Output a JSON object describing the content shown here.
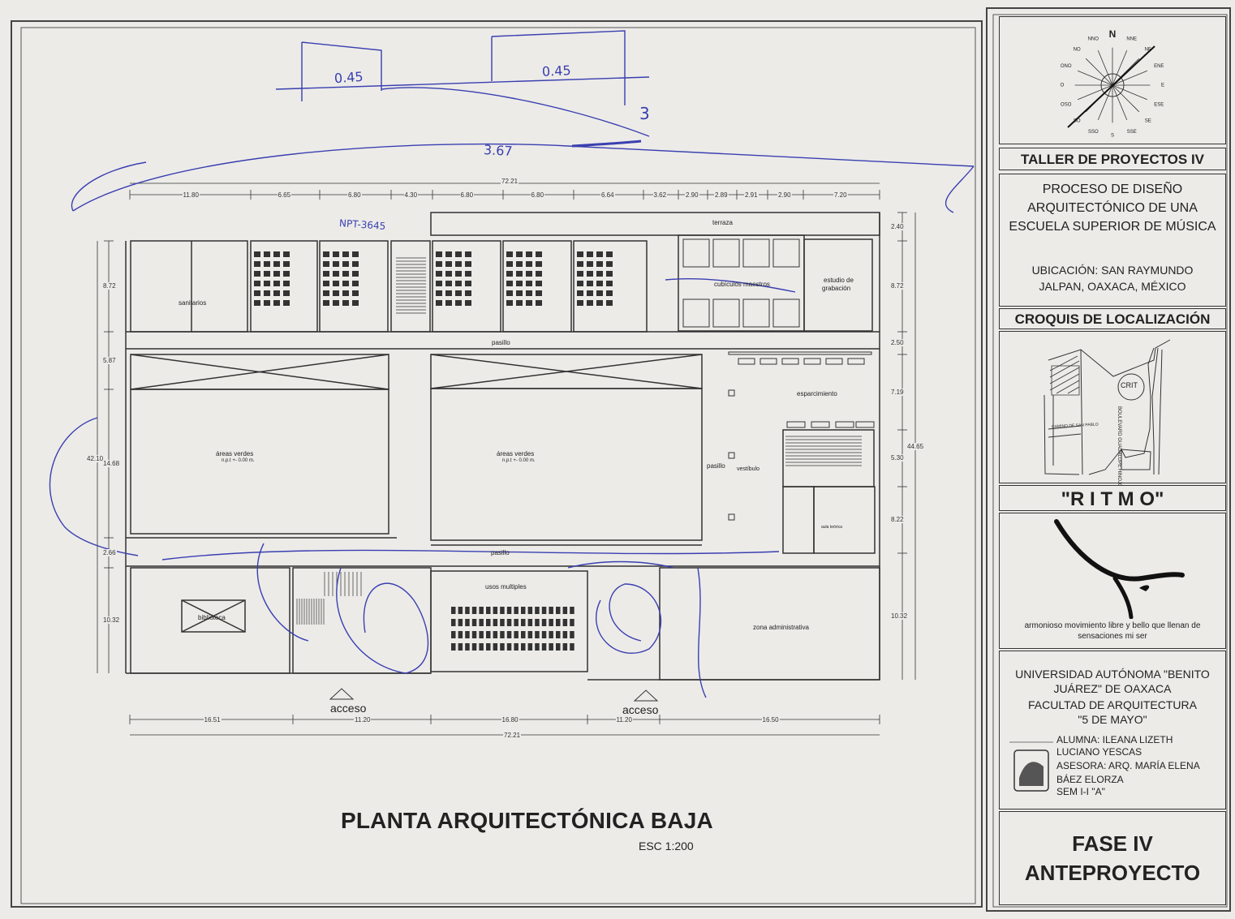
{
  "plan": {
    "title": "PLANTA ARQUITECTÓNICA BAJA",
    "scale": "ESC 1:200"
  },
  "dims_top": {
    "total": "72.21",
    "segments": [
      "11.80",
      "6.65",
      "6.80",
      "4.30",
      "6.80",
      "6.80",
      "6.64",
      "3.62",
      "2.90",
      "2.89",
      "2.91",
      "2.90",
      "7.20"
    ]
  },
  "dims_bottom": {
    "row1": [
      "16.51",
      "11.20",
      "16.80",
      "11.20",
      "16.50"
    ],
    "total": "72.21"
  },
  "dims_left": {
    "segments": [
      "8.72",
      "5.87",
      "14.68",
      "2.66",
      "10.32"
    ],
    "total": "42.10"
  },
  "dims_right": {
    "segments": [
      "2.40",
      "8.72",
      "2.50",
      "7.19",
      "5.30",
      "8.22",
      "10.32"
    ],
    "total": "44.65"
  },
  "rooms": {
    "terraza": "terraza",
    "sanitarios": "sanitarios",
    "cubiculos": "cubículos maestros",
    "estudio_l1": "estudio de",
    "estudio_l2": "grabación",
    "pasillo_top": "pasillo",
    "esparcimiento": "esparcimiento",
    "areas_verdes_left": "áreas verdes",
    "areas_verdes_center": "áreas verdes",
    "npt": "n.p.t +- 0.00 m.",
    "pasillo_mid": "pasillo",
    "vestibulo": "vestíbulo",
    "pasillo_bottom": "pasillo",
    "usos_multiples": "usos multiples",
    "biblioteca": "biblioteca",
    "zona_admin": "zona administrativa",
    "acceso_1": "acceso",
    "acceso_2": "acceso",
    "aula_teorica": "aula teórica"
  },
  "handwritten": {
    "h1": "0.45",
    "h2": "0.45",
    "h3": "3.67",
    "h4": "NPT-3645",
    "h5": "3"
  },
  "compass": {
    "dirs": [
      "N",
      "NNE",
      "NE",
      "ENE",
      "E",
      "ESE",
      "SE",
      "SSE",
      "S",
      "SSO",
      "SO",
      "OSO",
      "O",
      "ONO",
      "NO",
      "NNO"
    ]
  },
  "titleblock": {
    "course": "TALLER DE PROYECTOS IV",
    "project_l1": "PROCESO DE DISEÑO",
    "project_l2": "ARQUITECTÓNICO DE UNA",
    "project_l3": "ESCUELA SUPERIOR DE MÚSICA",
    "location_l1": "UBICACIÓN: SAN RAYMUNDO",
    "location_l2": "JALPAN, OAXACA, MÉXICO",
    "croquis": "CROQUIS DE LOCALIZACIÓN",
    "map_crit": "CRIT",
    "map_blvd": "BOULEVARD GUADALUPE HINOJOSA",
    "map_street": "CAMINO DE SAN PABLO",
    "ritmo": "\"R I T M O\"",
    "motto_l1": "armonioso movimiento libre y bello que llenan de",
    "motto_l2": "sensaciones mi ser",
    "uni_l1": "UNIVERSIDAD AUTÓNOMA \"BENITO",
    "uni_l2": "JUÁREZ\" DE OAXACA",
    "uni_l3": "FACULTAD DE ARQUITECTURA",
    "uni_l4": "\"5 DE MAYO\"",
    "student_l1": "ALUMNA: ILEANA LIZETH",
    "student_l2": "LUCIANO YESCAS",
    "advisor_l1": "ASESORA: ARQ. MARÍA ELENA",
    "advisor_l2": "BÁEZ ELORZA",
    "sem": "SEM I-I \"A\"",
    "phase_l1": "FASE IV",
    "phase_l2": "ANTEPROYECTO"
  }
}
